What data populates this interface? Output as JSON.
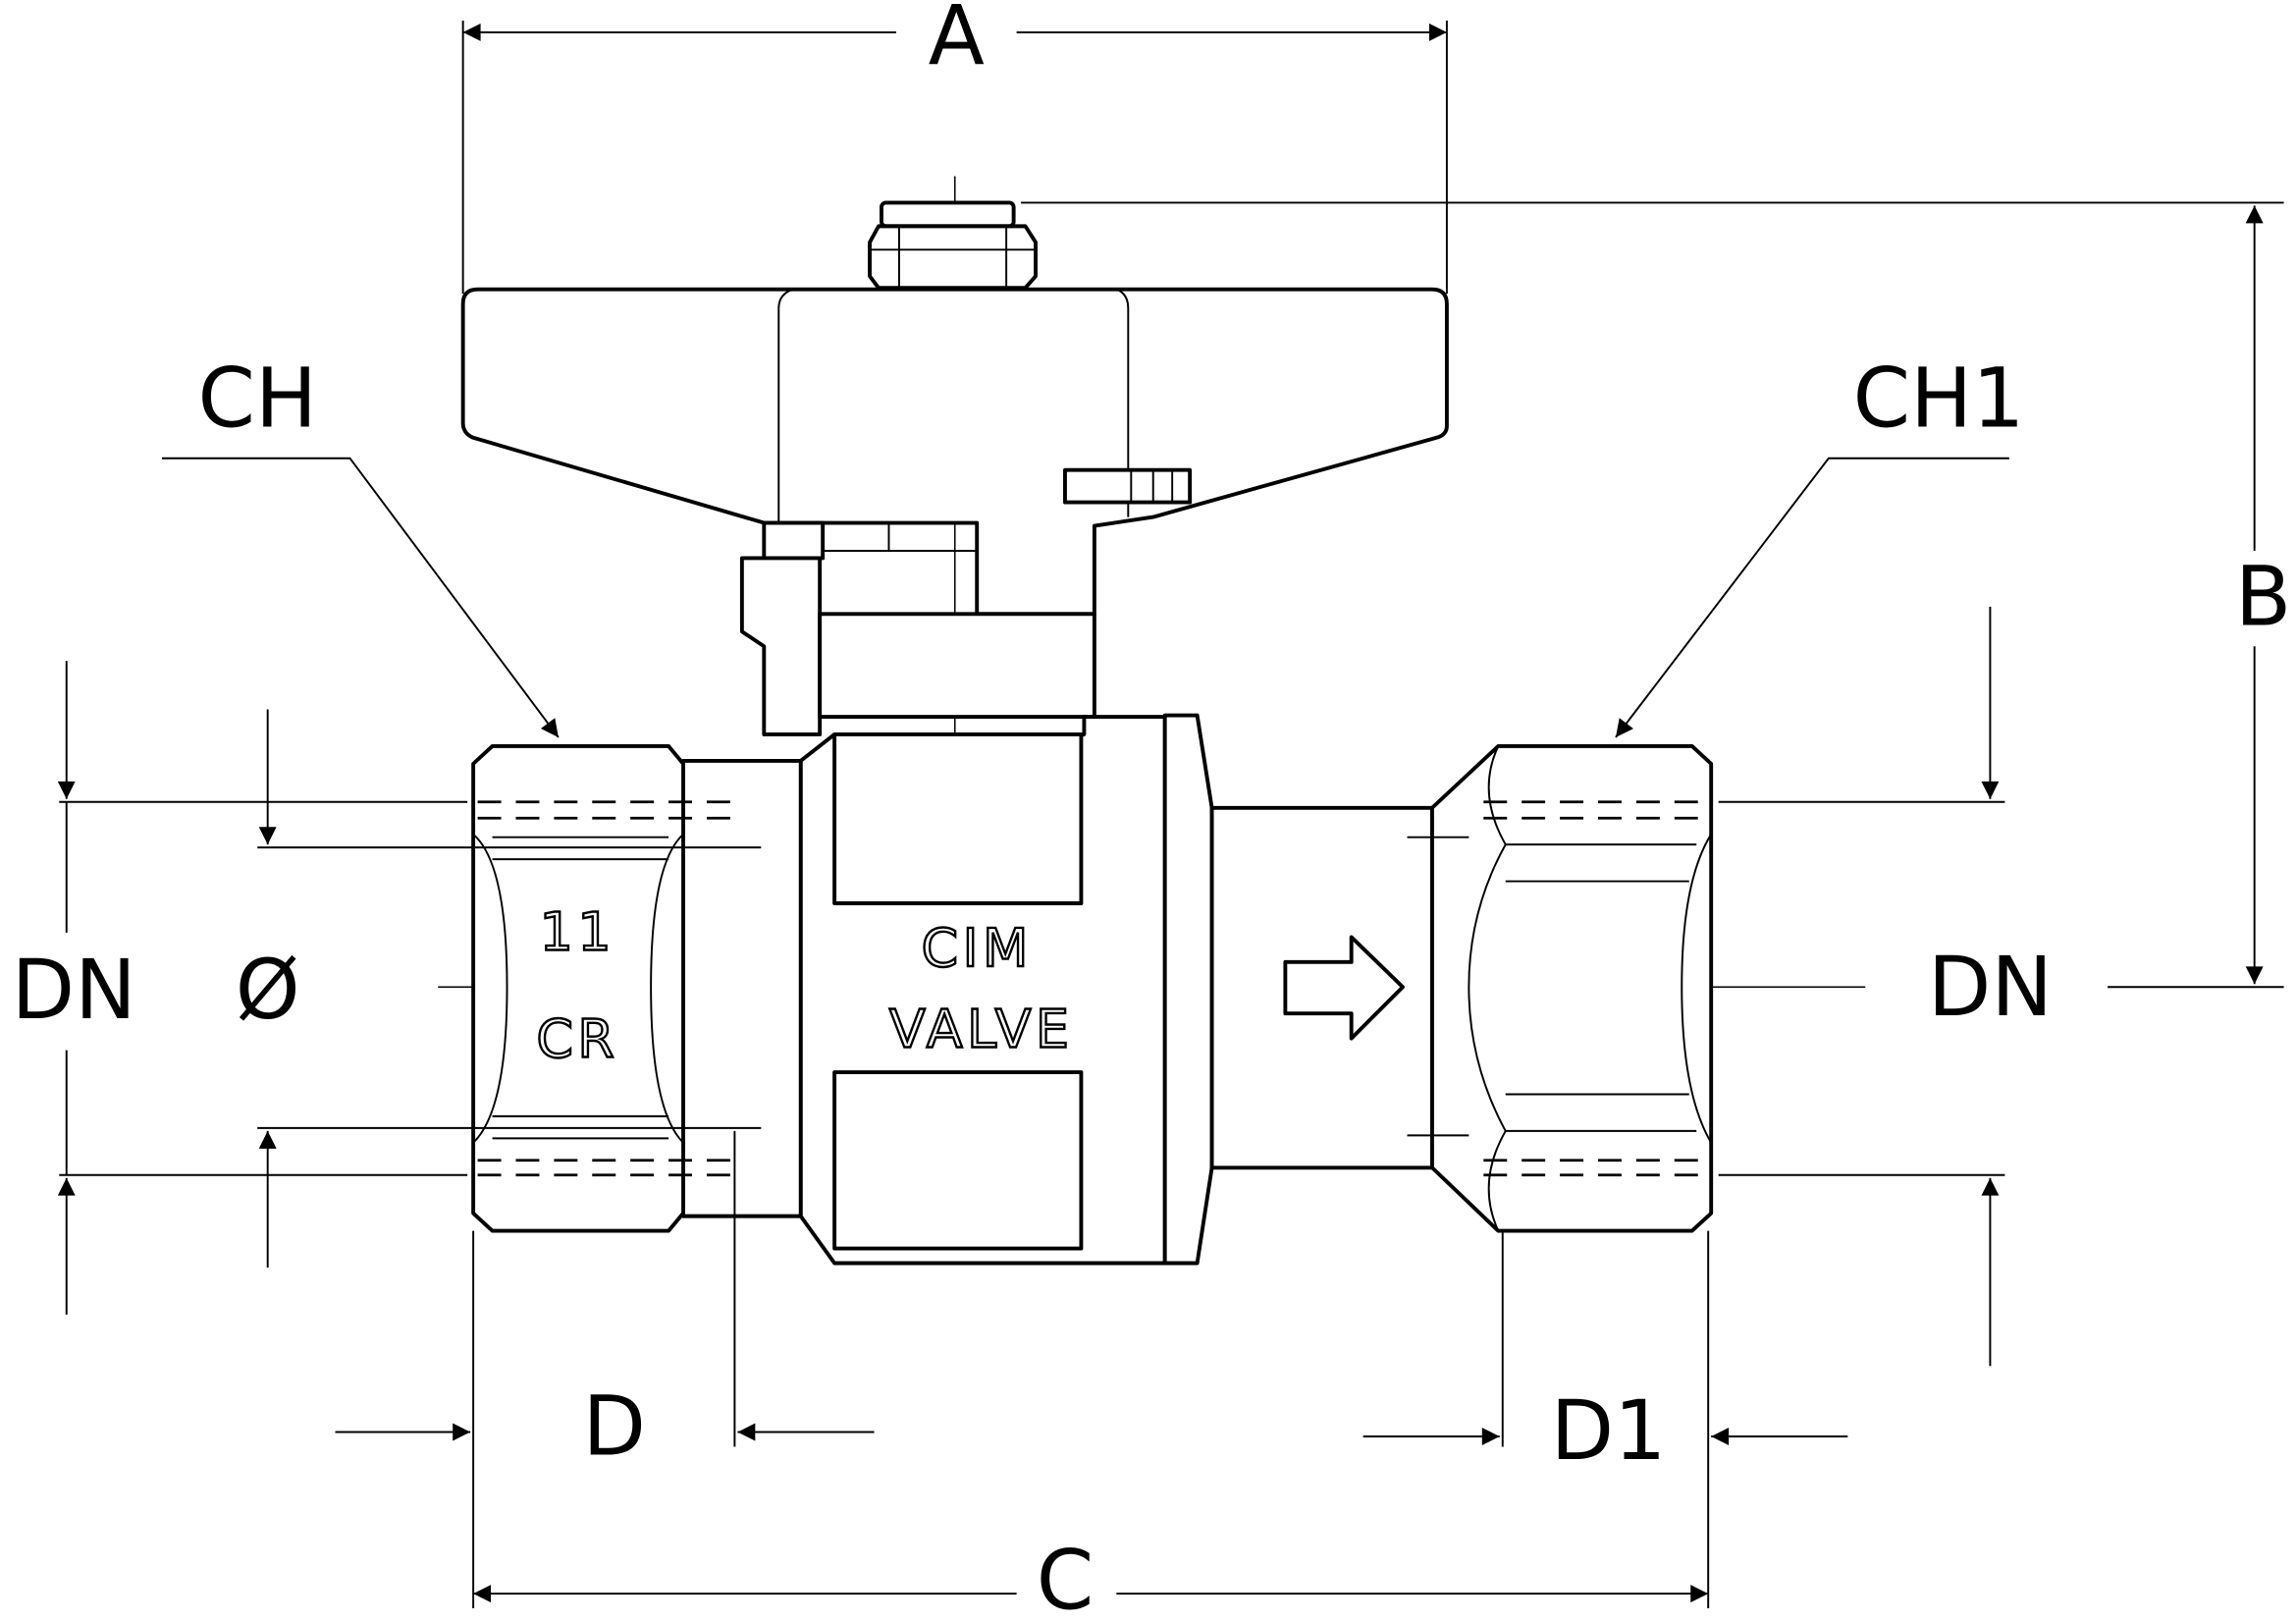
{
  "diagram": {
    "title_labels": {
      "A": "A",
      "B": "B",
      "C": "C",
      "D": "D",
      "D1": "D1",
      "DN_left": "DN",
      "DN_right": "DN",
      "diameter": "Ø",
      "CH": "CH",
      "CH1": "CH1"
    },
    "markings": {
      "size": "11",
      "logo": "CR",
      "brand": "CIM",
      "brand2": "VALVE"
    }
  }
}
